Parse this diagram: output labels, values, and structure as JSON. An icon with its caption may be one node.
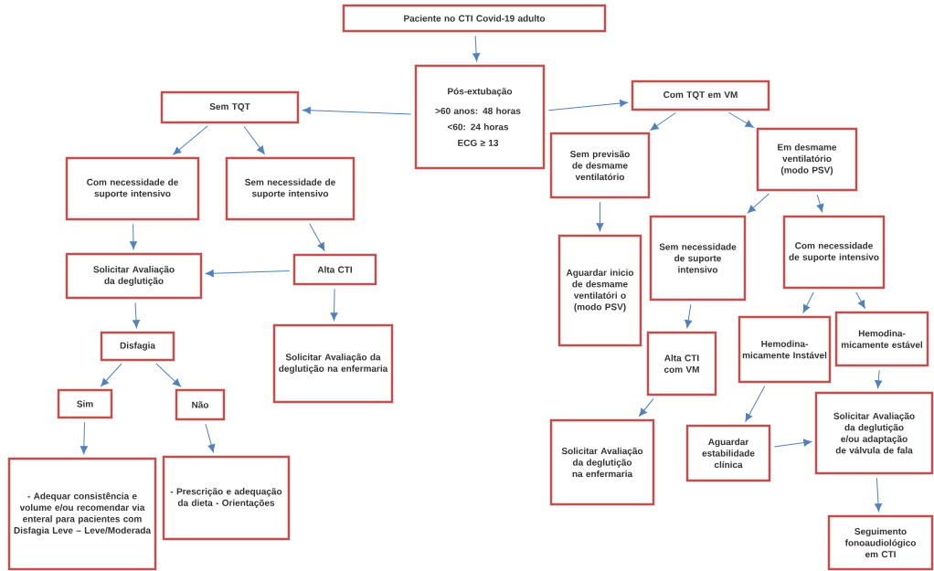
{
  "diagram": {
    "nodes": [
      {
        "text": [
          "Paciente no CTI Covid-19 adulto"
        ]
      },
      {
        "text": [
          "Pós-extubação",
          ">60 anos: 48 horas",
          "<60: 24 horas",
          "ECG ≥ 13"
        ]
      },
      {
        "text": [
          "Sem TQT"
        ]
      },
      {
        "text": [
          "Com TQT em VM"
        ]
      },
      {
        "text": [
          "Com necessidade de suporte intensivo"
        ]
      },
      {
        "text": [
          "Sem necessidade de suporte intensivo"
        ]
      },
      {
        "text": [
          "Sem previsão de desmame ventilatório"
        ]
      },
      {
        "text": [
          "Em desmame ventilatório (modo PSV)"
        ]
      },
      {
        "text": [
          "Solicitar Avaliação da deglutição"
        ]
      },
      {
        "text": [
          "Alta CTI"
        ]
      },
      {
        "text": [
          "Aguardar inicio de desmame ventilatóri o (modo PSV)"
        ]
      },
      {
        "text": [
          "Sem necessidade de suporte intensivo"
        ]
      },
      {
        "text": [
          "Com necessidade de suporte intensivo"
        ]
      },
      {
        "text": [
          "Disfagia"
        ]
      },
      {
        "text": [
          "Solicitar Avaliação da deglutição na enfermaria"
        ]
      },
      {
        "text": [
          "Alta CTI com VM"
        ]
      },
      {
        "text": [
          "Hemodina-micamente Instável"
        ]
      },
      {
        "text": [
          "Hemodina-micamente estável"
        ]
      },
      {
        "text": [
          "Sim"
        ]
      },
      {
        "text": [
          "Não"
        ]
      },
      {
        "text": [
          "Solicitar Avaliação da deglutição na enfermaria"
        ]
      },
      {
        "text": [
          "Aguardar estabilidade clínica"
        ]
      },
      {
        "text": [
          "Solicitar Avaliação da deglutição e/ou adaptação de válvula de fala"
        ]
      },
      {
        "text": [
          "- Adequar consistência e volume e/ou recomendar via enteral para pacientes com Disfagia Leve – Leve/Moderada"
        ]
      },
      {
        "text": [
          "- Prescrição e adequação da dieta - Orientações"
        ]
      },
      {
        "text": [
          "Seguimento fonoaudiológico em CTI"
        ]
      }
    ],
    "edges": [
      {
        "from": 0,
        "to": 1,
        "arrow": "to"
      },
      {
        "from": 1,
        "to": 2,
        "arrow": "to"
      },
      {
        "from": 1,
        "to": 3,
        "arrow": "to"
      },
      {
        "from": 2,
        "to": 4,
        "arrow": "to"
      },
      {
        "from": 2,
        "to": 5,
        "arrow": "to"
      },
      {
        "from": 4,
        "to": 8,
        "arrow": "to"
      },
      {
        "from": 5,
        "to": 9,
        "arrow": "to"
      },
      {
        "from": 9,
        "to": 8,
        "arrow": "to"
      },
      {
        "from": 9,
        "to": 14,
        "arrow": "to"
      },
      {
        "from": 8,
        "to": 13,
        "arrow": "to"
      },
      {
        "from": 13,
        "to": 18,
        "arrow": "to"
      },
      {
        "from": 13,
        "to": 19,
        "arrow": "to"
      },
      {
        "from": 18,
        "to": 23,
        "arrow": "to"
      },
      {
        "from": 19,
        "to": 24,
        "arrow": "to"
      },
      {
        "from": 3,
        "to": 6,
        "arrow": "to"
      },
      {
        "from": 3,
        "to": 7,
        "arrow": "to"
      },
      {
        "from": 6,
        "to": 10,
        "arrow": "to"
      },
      {
        "from": 7,
        "to": 11,
        "arrow": "to"
      },
      {
        "from": 7,
        "to": 12,
        "arrow": "to"
      },
      {
        "from": 11,
        "to": 15,
        "arrow": "to"
      },
      {
        "from": 15,
        "to": 20,
        "arrow": "to"
      },
      {
        "from": 12,
        "to": 16,
        "arrow": "to"
      },
      {
        "from": 12,
        "to": 17,
        "arrow": "to"
      },
      {
        "from": 16,
        "to": 21,
        "arrow": "to"
      },
      {
        "from": 21,
        "to": 22,
        "arrow": "to"
      },
      {
        "from": 17,
        "to": 22,
        "arrow": "to"
      },
      {
        "from": 22,
        "to": 25,
        "arrow": "to"
      }
    ]
  }
}
